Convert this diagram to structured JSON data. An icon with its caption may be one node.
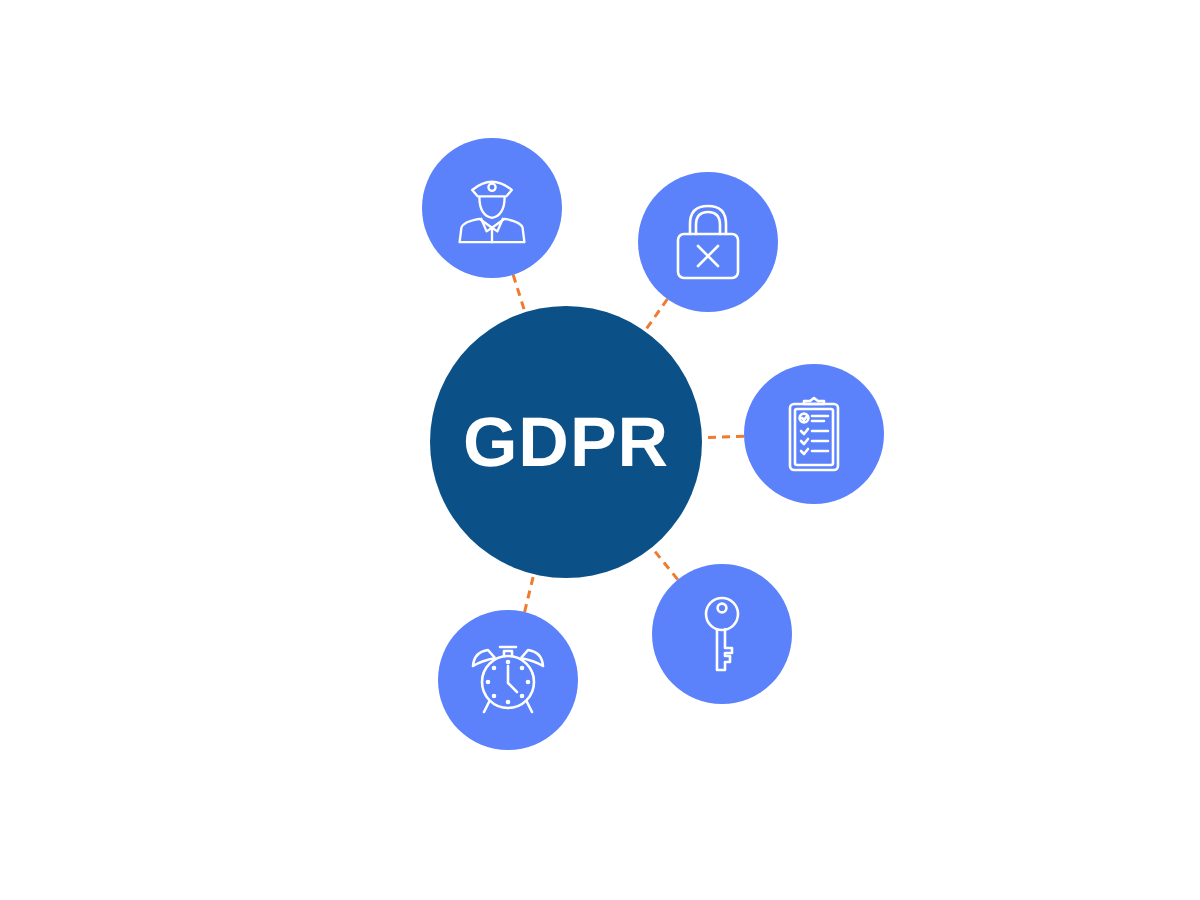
{
  "diagram": {
    "nodes": [
      {
        "text": [],
        "shape": "circle"
      },
      {
        "text": [],
        "shape": "circle"
      },
      {
        "text": [
          "GDPR"
        ]
      },
      {
        "text": [],
        "shape": "circle"
      },
      {
        "text": [],
        "shape": "circle"
      },
      {
        "text": [],
        "shape": "circle"
      }
    ],
    "edges": [
      {
        "from": 0,
        "to": 2,
        "arrow": "none",
        "style": "dashed"
      },
      {
        "from": 1,
        "to": 2,
        "arrow": "none",
        "style": "dashed"
      },
      {
        "from": 3,
        "to": 2,
        "arrow": "none",
        "style": "dashed"
      },
      {
        "from": 4,
        "to": 2,
        "arrow": "none",
        "style": "dashed"
      },
      {
        "from": 5,
        "to": 2,
        "arrow": "none",
        "style": "dashed"
      }
    ]
  }
}
